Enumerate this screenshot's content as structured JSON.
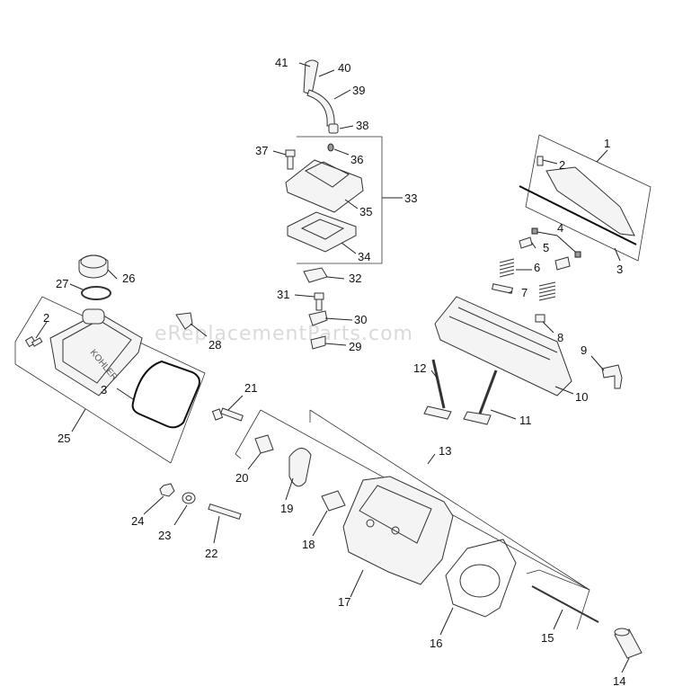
{
  "watermark": "eReplacementParts.com",
  "callouts": {
    "c1": "1",
    "c2a": "2",
    "c2b": "2",
    "c3a": "3",
    "c3b": "3",
    "c4": "4",
    "c5": "5",
    "c6": "6",
    "c7": "7",
    "c8": "8",
    "c9": "9",
    "c10": "10",
    "c11": "11",
    "c12": "12",
    "c13": "13",
    "c14": "14",
    "c15": "15",
    "c16": "16",
    "c17": "17",
    "c18": "18",
    "c19": "19",
    "c20": "20",
    "c21": "21",
    "c22": "22",
    "c23": "23",
    "c24": "24",
    "c25": "25",
    "c26": "26",
    "c27": "27",
    "c28": "28",
    "c29": "29",
    "c30": "30",
    "c31": "31",
    "c32": "32",
    "c33": "33",
    "c34": "34",
    "c35": "35",
    "c36": "36",
    "c37": "37",
    "c38": "38",
    "c39": "39",
    "c40": "40",
    "c41": "41"
  },
  "logo_text": "KOHLER"
}
